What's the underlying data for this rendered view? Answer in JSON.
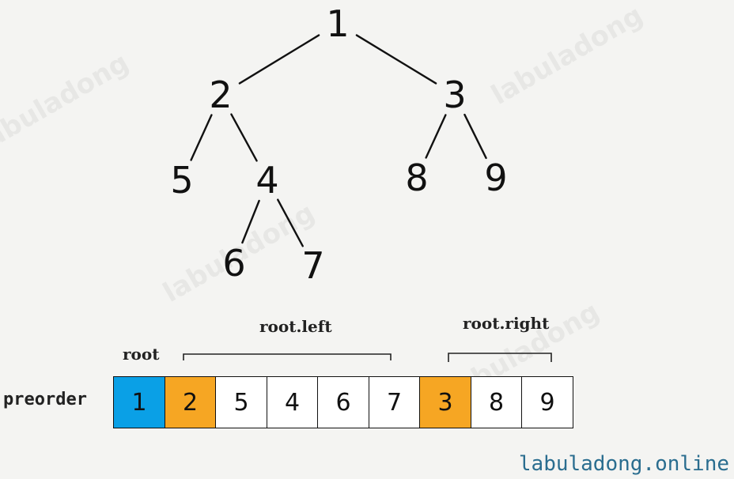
{
  "watermark_text": "labuladong",
  "tree": {
    "nodes": [
      {
        "id": "n1",
        "label": "1"
      },
      {
        "id": "n2",
        "label": "2"
      },
      {
        "id": "n3",
        "label": "3"
      },
      {
        "id": "n5",
        "label": "5"
      },
      {
        "id": "n4",
        "label": "4"
      },
      {
        "id": "n8",
        "label": "8"
      },
      {
        "id": "n9",
        "label": "9"
      },
      {
        "id": "n6",
        "label": "6"
      },
      {
        "id": "n7",
        "label": "7"
      }
    ],
    "edges": [
      [
        "n1",
        "n2"
      ],
      [
        "n1",
        "n3"
      ],
      [
        "n2",
        "n5"
      ],
      [
        "n2",
        "n4"
      ],
      [
        "n3",
        "n8"
      ],
      [
        "n3",
        "n9"
      ],
      [
        "n4",
        "n6"
      ],
      [
        "n4",
        "n7"
      ]
    ]
  },
  "captions": {
    "root": "root",
    "root_left": "root.left",
    "root_right": "root.right"
  },
  "array": {
    "label": "preorder",
    "cells": [
      {
        "value": "1",
        "role": "root"
      },
      {
        "value": "2",
        "role": "subtree-root"
      },
      {
        "value": "5",
        "role": "plain"
      },
      {
        "value": "4",
        "role": "plain"
      },
      {
        "value": "6",
        "role": "plain"
      },
      {
        "value": "7",
        "role": "plain"
      },
      {
        "value": "3",
        "role": "subtree-root"
      },
      {
        "value": "8",
        "role": "plain"
      },
      {
        "value": "9",
        "role": "plain"
      }
    ]
  },
  "colors": {
    "root": "#0aa0e6",
    "subtree_root": "#f6a623",
    "plain": "#ffffff"
  },
  "footer": "labuladong.online"
}
